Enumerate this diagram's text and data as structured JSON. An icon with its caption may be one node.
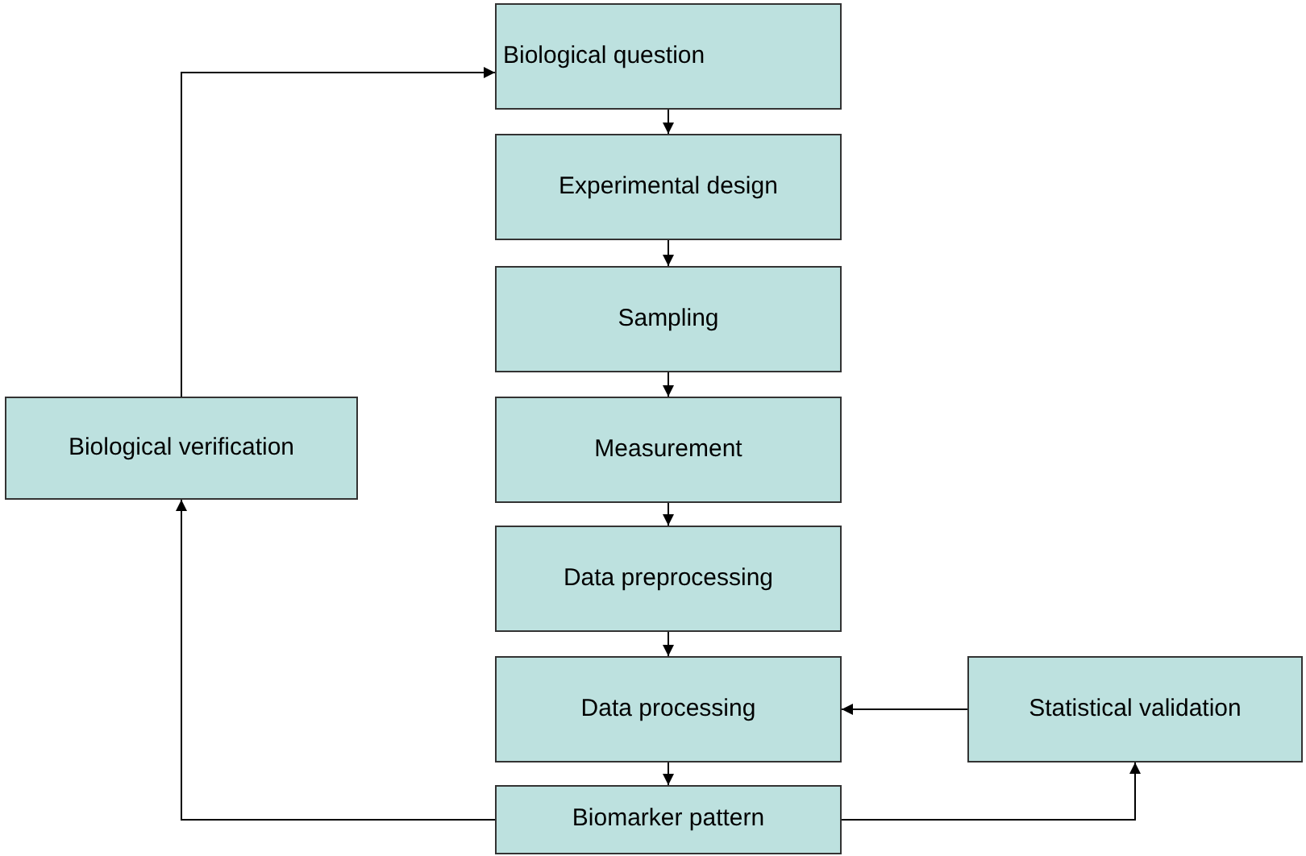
{
  "diagram": {
    "nodes": [
      {
        "text": [
          "Biological question"
        ]
      },
      {
        "text": [
          "Experimental design"
        ]
      },
      {
        "text": [
          "Sampling"
        ]
      },
      {
        "text": [
          "Biological verification"
        ]
      },
      {
        "text": [
          "Measurement"
        ]
      },
      {
        "text": [
          "Data preprocessing"
        ]
      },
      {
        "text": [
          "Data processing"
        ]
      },
      {
        "text": [
          "Statistical validation"
        ]
      },
      {
        "text": [
          "Biomarker pattern"
        ]
      }
    ],
    "edges": [
      {
        "from": 0,
        "to": 1,
        "arrow": "to"
      },
      {
        "from": 1,
        "to": 2,
        "arrow": "to"
      },
      {
        "from": 2,
        "to": 4,
        "arrow": "to"
      },
      {
        "from": 4,
        "to": 5,
        "arrow": "to"
      },
      {
        "from": 5,
        "to": 6,
        "arrow": "to"
      },
      {
        "from": 6,
        "to": 8,
        "arrow": "to"
      },
      {
        "from": 7,
        "to": 6,
        "arrow": "to"
      },
      {
        "from": 8,
        "to": 7,
        "arrow": "to"
      },
      {
        "from": 8,
        "to": 3,
        "arrow": "to"
      },
      {
        "from": 3,
        "to": 0,
        "arrow": "to"
      }
    ]
  }
}
